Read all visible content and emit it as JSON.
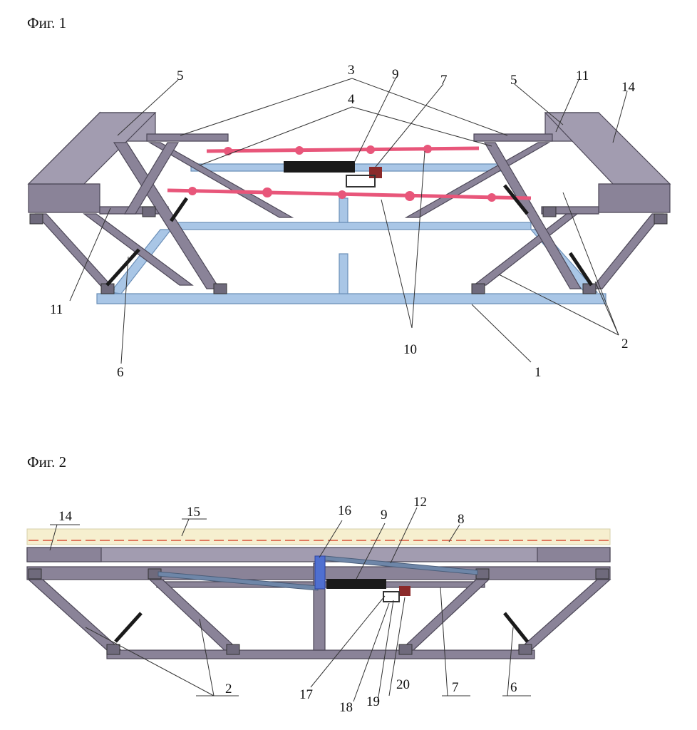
{
  "figures": [
    {
      "title": "Фиг. 1",
      "labels": {
        "l1": "1",
        "l2": "2",
        "l3": "3",
        "l4": "4",
        "l5a": "5",
        "l5b": "5",
        "l6": "6",
        "l7": "7",
        "l9": "9",
        "l10": "10",
        "l11a": "11",
        "l11b": "11",
        "l14": "14"
      }
    },
    {
      "title": "Фиг. 2",
      "labels": {
        "l14": "14",
        "l15": "15",
        "l16": "16",
        "l9": "9",
        "l12": "12",
        "l8": "8",
        "l2": "2",
        "l17": "17",
        "l18": "18",
        "l19": "19",
        "l20": "20",
        "l7": "7",
        "l6": "6"
      }
    }
  ],
  "colors": {
    "frame": "#8a8398",
    "blue_frame": "#a9c6e6",
    "spring": "#e8567a",
    "actuator": "#1a1a1a",
    "motor": "#8b2a2a",
    "mattress": "#f6efcf"
  }
}
